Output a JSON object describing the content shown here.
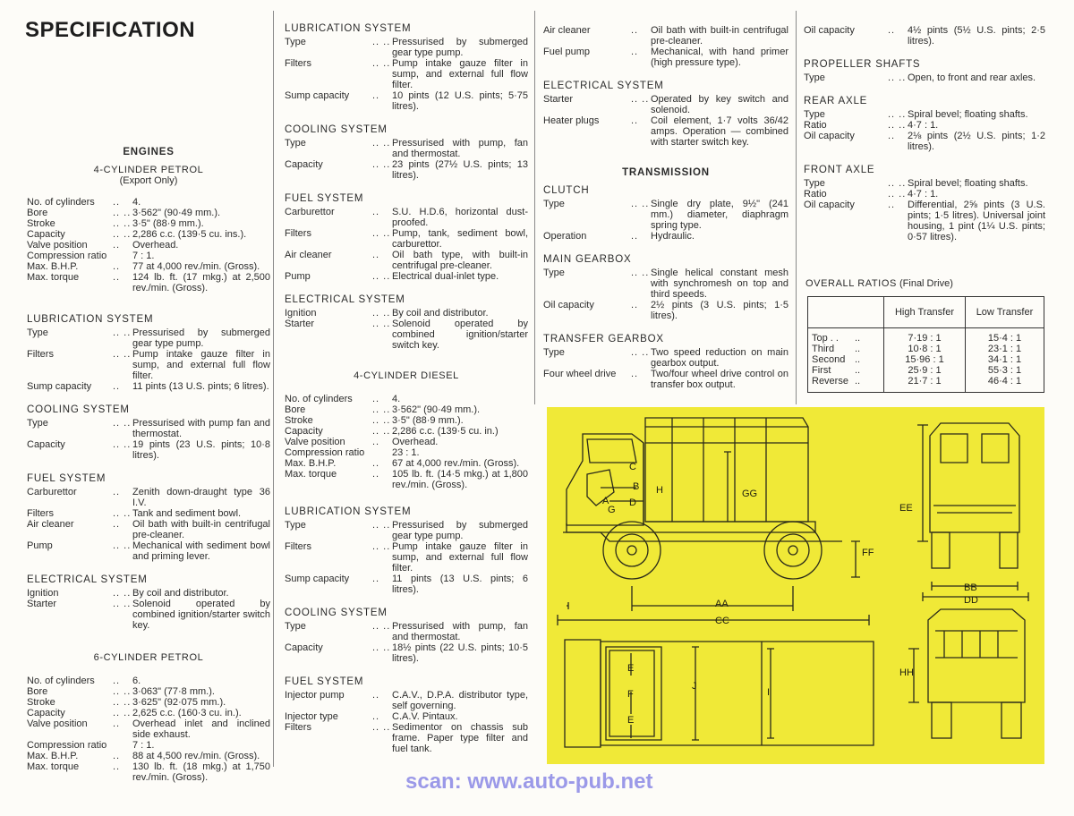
{
  "title": "SPECIFICATION",
  "engines_heading": "ENGINES",
  "petrol4": {
    "heading": "4-CYLINDER PETROL",
    "sub": "(Export Only)",
    "specs": [
      {
        "label": "No. of cylinders",
        "dots": "..",
        "value": "4."
      },
      {
        "label": "Bore",
        "dots": "..  ..",
        "value": "3·562\" (90·49 mm.)."
      },
      {
        "label": "Stroke",
        "dots": "..  ..",
        "value": "3·5\" (88·9 mm.)."
      },
      {
        "label": "Capacity",
        "dots": "..  ..",
        "value": "2,286 c.c. (139·5 cu. ins.)."
      },
      {
        "label": "Valve position",
        "dots": "..",
        "value": "Overhead."
      },
      {
        "label": "Compression ratio",
        "dots": "",
        "value": "7 : 1."
      },
      {
        "label": "Max. B.H.P.",
        "dots": "..",
        "value": "77 at 4,000 rev./min. (Gross)."
      },
      {
        "label": "Max. torque",
        "dots": "..",
        "value": "124 lb. ft. (17 mkg.) at 2,500 rev./min. (Gross)."
      }
    ]
  },
  "col1_lub": {
    "heading": "LUBRICATION SYSTEM",
    "specs": [
      {
        "label": "Type",
        "dots": "..  ..",
        "value": "Pressurised by submerged gear type pump."
      },
      {
        "label": "Filters",
        "dots": "..  ..",
        "value": "Pump intake gauze filter in sump, and external full flow filter."
      },
      {
        "label": "Sump capacity",
        "dots": "..",
        "value": "11 pints (13 U.S. pints; 6 litres)."
      }
    ]
  },
  "col1_cool": {
    "heading": "COOLING SYSTEM",
    "specs": [
      {
        "label": "Type",
        "dots": "..  ..",
        "value": "Pressurised with pump fan and thermostat."
      },
      {
        "label": "Capacity",
        "dots": "..  ..",
        "value": "19 pints (23 U.S. pints; 10·8 litres)."
      }
    ]
  },
  "col1_fuel": {
    "heading": "FUEL SYSTEM",
    "specs": [
      {
        "label": "Carburettor",
        "dots": "..",
        "value": "Zenith down-draught type 36 I.V."
      },
      {
        "label": "Filters",
        "dots": "..  ..",
        "value": "Tank and sediment bowl."
      },
      {
        "label": "Air cleaner",
        "dots": "..",
        "value": "Oil bath with built-in centrifugal pre-cleaner."
      },
      {
        "label": "Pump",
        "dots": "..  ..",
        "value": "Mechanical with sediment bowl and priming lever."
      }
    ]
  },
  "col1_elec": {
    "heading": "ELECTRICAL SYSTEM",
    "specs": [
      {
        "label": "Ignition",
        "dots": "..  ..",
        "value": "By coil and distributor."
      },
      {
        "label": "Starter",
        "dots": "..  ..",
        "value": "Solenoid operated by combined ignition/starter switch key."
      }
    ]
  },
  "petrol6": {
    "heading": "6-CYLINDER PETROL",
    "specs": [
      {
        "label": "No. of cylinders",
        "dots": "..",
        "value": "6."
      },
      {
        "label": "Bore",
        "dots": "..  ..",
        "value": "3·063\" (77·8 mm.)."
      },
      {
        "label": "Stroke",
        "dots": "..  ..",
        "value": "3·625\" (92·075 mm.)."
      },
      {
        "label": "Capacity",
        "dots": "..  ..",
        "value": "2,625 c.c. (160·3 cu. in.)."
      },
      {
        "label": "Valve position",
        "dots": "..",
        "value": "Overhead inlet and inclined side exhaust."
      },
      {
        "label": "Compression ratio",
        "dots": "",
        "value": "7 : 1."
      },
      {
        "label": "Max. B.H.P.",
        "dots": "..",
        "value": "88 at 4,500 rev./min. (Gross)."
      },
      {
        "label": "Max. torque",
        "dots": "..",
        "value": "130 lb. ft. (18 mkg.) at 1,750 rev./min. (Gross)."
      }
    ]
  },
  "col2_lub": {
    "heading": "LUBRICATION SYSTEM",
    "specs": [
      {
        "label": "Type",
        "dots": "..  ..",
        "value": "Pressurised by submerged gear type pump."
      },
      {
        "label": "Filters",
        "dots": "..  ..",
        "value": "Pump intake gauze filter in sump, and external full flow filter."
      },
      {
        "label": "Sump capacity",
        "dots": "..",
        "value": "10 pints (12 U.S. pints; 5·75 litres)."
      }
    ]
  },
  "col2_cool": {
    "heading": "COOLING SYSTEM",
    "specs": [
      {
        "label": "Type",
        "dots": "..  ..",
        "value": "Pressurised with pump, fan and thermostat."
      },
      {
        "label": "Capacity",
        "dots": "..  ..",
        "value": "23 pints (27½ U.S. pints; 13 litres)."
      }
    ]
  },
  "col2_fuel": {
    "heading": "FUEL SYSTEM",
    "specs": [
      {
        "label": "Carburettor",
        "dots": "..",
        "value": "S.U. H.D.6, horizontal dust-proofed."
      },
      {
        "label": "Filters",
        "dots": "..  ..",
        "value": "Pump, tank, sediment bowl, carburettor."
      },
      {
        "label": "Air cleaner",
        "dots": "..",
        "value": "Oil bath type, with built-in centrifugal pre-cleaner."
      },
      {
        "label": "Pump",
        "dots": "..  ..",
        "value": "Electrical dual-inlet type."
      }
    ]
  },
  "col2_elec": {
    "heading": "ELECTRICAL SYSTEM",
    "specs": [
      {
        "label": "Ignition",
        "dots": "..  ..",
        "value": "By coil and distributor."
      },
      {
        "label": "Starter",
        "dots": "..  ..",
        "value": "Solenoid operated by combined ignition/starter switch key."
      }
    ]
  },
  "diesel": {
    "heading": "4-CYLINDER DIESEL",
    "specs": [
      {
        "label": "No. of cylinders",
        "dots": "..",
        "value": "4."
      },
      {
        "label": "Bore",
        "dots": "..  ..",
        "value": "3·562\" (90·49 mm.)."
      },
      {
        "label": "Stroke",
        "dots": "..  ..",
        "value": "3·5\" (88·9 mm.)."
      },
      {
        "label": "Capacity",
        "dots": "..  ..",
        "value": "2,286 c.c. (139·5 cu. in.)"
      },
      {
        "label": "Valve position",
        "dots": "..",
        "value": "Overhead."
      },
      {
        "label": "Compression ratio",
        "dots": "",
        "value": "23 : 1."
      },
      {
        "label": "Max. B.H.P.",
        "dots": "..",
        "value": "67 at 4,000 rev./min. (Gross)."
      },
      {
        "label": "Max. torque",
        "dots": "..",
        "value": "105 lb. ft. (14·5 mkg.) at 1,800 rev./min. (Gross)."
      }
    ]
  },
  "col2_dlub": {
    "heading": "LUBRICATION SYSTEM",
    "specs": [
      {
        "label": "Type",
        "dots": "..  ..",
        "value": "Pressurised by submerged gear type pump."
      },
      {
        "label": "Filters",
        "dots": "..  ..",
        "value": "Pump intake gauze filter in sump, and external full flow filter."
      },
      {
        "label": "Sump capacity",
        "dots": "..",
        "value": "11 pints (13 U.S. pints; 6 litres)."
      }
    ]
  },
  "col2_dcool": {
    "heading": "COOLING SYSTEM",
    "specs": [
      {
        "label": "Type",
        "dots": "..  ..",
        "value": "Pressurised with pump, fan and thermostat."
      },
      {
        "label": "Capacity",
        "dots": "..  ..",
        "value": "18½ pints (22 U.S. pints; 10·5 litres)."
      }
    ]
  },
  "col2_dfuel": {
    "heading": "FUEL SYSTEM",
    "specs": [
      {
        "label": "Injector pump",
        "dots": "..",
        "value": "C.A.V., D.P.A. distributor type, self governing."
      },
      {
        "label": "Injector type",
        "dots": "..",
        "value": "C.A.V. Pintaux."
      },
      {
        "label": "Filters",
        "dots": "..  ..",
        "value": "Sedimentor on chassis sub frame. Paper type filter and fuel tank."
      }
    ]
  },
  "col3_top": {
    "specs": [
      {
        "label": "Air cleaner",
        "dots": "..",
        "value": "Oil bath with built-in centrifugal pre-cleaner."
      },
      {
        "label": "Fuel pump",
        "dots": "..",
        "value": "Mechanical, with hand primer (high pressure type)."
      }
    ]
  },
  "col3_elec": {
    "heading": "ELECTRICAL SYSTEM",
    "specs": [
      {
        "label": "Starter",
        "dots": "..  ..",
        "value": "Operated by key switch and solenoid."
      },
      {
        "label": "Heater plugs",
        "dots": "..",
        "value": "Coil element, 1·7 volts 36/42 amps. Operation — combined with starter switch key."
      }
    ]
  },
  "transmission_heading": "TRANSMISSION",
  "clutch": {
    "heading": "CLUTCH",
    "specs": [
      {
        "label": "Type",
        "dots": "..  ..",
        "value": "Single dry plate, 9½\" (241 mm.) diameter, diaphragm spring type."
      },
      {
        "label": "Operation",
        "dots": "..",
        "value": "Hydraulic."
      }
    ]
  },
  "gearbox": {
    "heading": "MAIN GEARBOX",
    "specs": [
      {
        "label": "Type",
        "dots": "..  ..",
        "value": "Single helical constant mesh with synchromesh on top and third speeds."
      },
      {
        "label": "Oil capacity",
        "dots": "..",
        "value": "2½ pints (3 U.S. pints; 1·5 litres)."
      }
    ]
  },
  "transfer": {
    "heading": "TRANSFER GEARBOX",
    "specs": [
      {
        "label": "Type",
        "dots": "..  ..",
        "value": "Two speed reduction on main gearbox output."
      },
      {
        "label": "Four wheel drive",
        "dots": "..",
        "value": "Two/four wheel drive control on transfer box output."
      }
    ]
  },
  "col4_top": {
    "specs": [
      {
        "label": "Oil capacity",
        "dots": "..",
        "value": "4½ pints (5½ U.S. pints; 2·5 litres)."
      }
    ]
  },
  "propeller": {
    "heading": "PROPELLER SHAFTS",
    "specs": [
      {
        "label": "Type",
        "dots": "..  ..",
        "value": "Open, to front and rear axles."
      }
    ]
  },
  "rear_axle": {
    "heading": "REAR AXLE",
    "specs": [
      {
        "label": "Type",
        "dots": "..  ..",
        "value": "Spiral bevel; floating shafts."
      },
      {
        "label": "Ratio",
        "dots": "..  ..",
        "value": "4·7 : 1."
      },
      {
        "label": "Oil capacity",
        "dots": "..",
        "value": "2⅛ pints (2½ U.S. pints; 1·2 litres)."
      }
    ]
  },
  "front_axle": {
    "heading": "FRONT AXLE",
    "specs": [
      {
        "label": "Type",
        "dots": "..  ..",
        "value": "Spiral bevel; floating shafts."
      },
      {
        "label": "Ratio",
        "dots": "..  ..",
        "value": "4·7 : 1."
      },
      {
        "label": "Oil capacity",
        "dots": "..",
        "value": "Differential, 2⅝ pints (3 U.S. pints; 1·5 litres). Universal joint housing, 1 pint (1¼ U.S. pints; 0·57 litres)."
      }
    ]
  },
  "ratios": {
    "heading": "OVERALL RATIOS",
    "heading_note": "(Final Drive)",
    "columns": [
      "High Transfer",
      "Low Transfer"
    ],
    "rows": [
      {
        "gear": "Top . .",
        "dots": "..",
        "high": "7·19 : 1",
        "low": "15·4 : 1"
      },
      {
        "gear": "Third",
        "dots": "..",
        "high": "10·8 : 1",
        "low": "23·1 : 1"
      },
      {
        "gear": "Second",
        "dots": "..",
        "high": "15·96 : 1",
        "low": "34·1 : 1"
      },
      {
        "gear": "First",
        "dots": "..",
        "high": "25·9 : 1",
        "low": "55·3 : 1"
      },
      {
        "gear": "Reverse",
        "dots": "..",
        "high": "21·7 : 1",
        "low": "46·4 : 1"
      }
    ]
  },
  "diagram_labels": [
    "C",
    "B",
    "H",
    "A",
    "G",
    "D",
    "GG",
    "EE",
    "FF",
    "AA",
    "BB",
    "DD",
    "CC",
    "HH",
    "J",
    "I",
    "E",
    "F",
    "E"
  ],
  "scan": "scan: www.auto-pub.net"
}
